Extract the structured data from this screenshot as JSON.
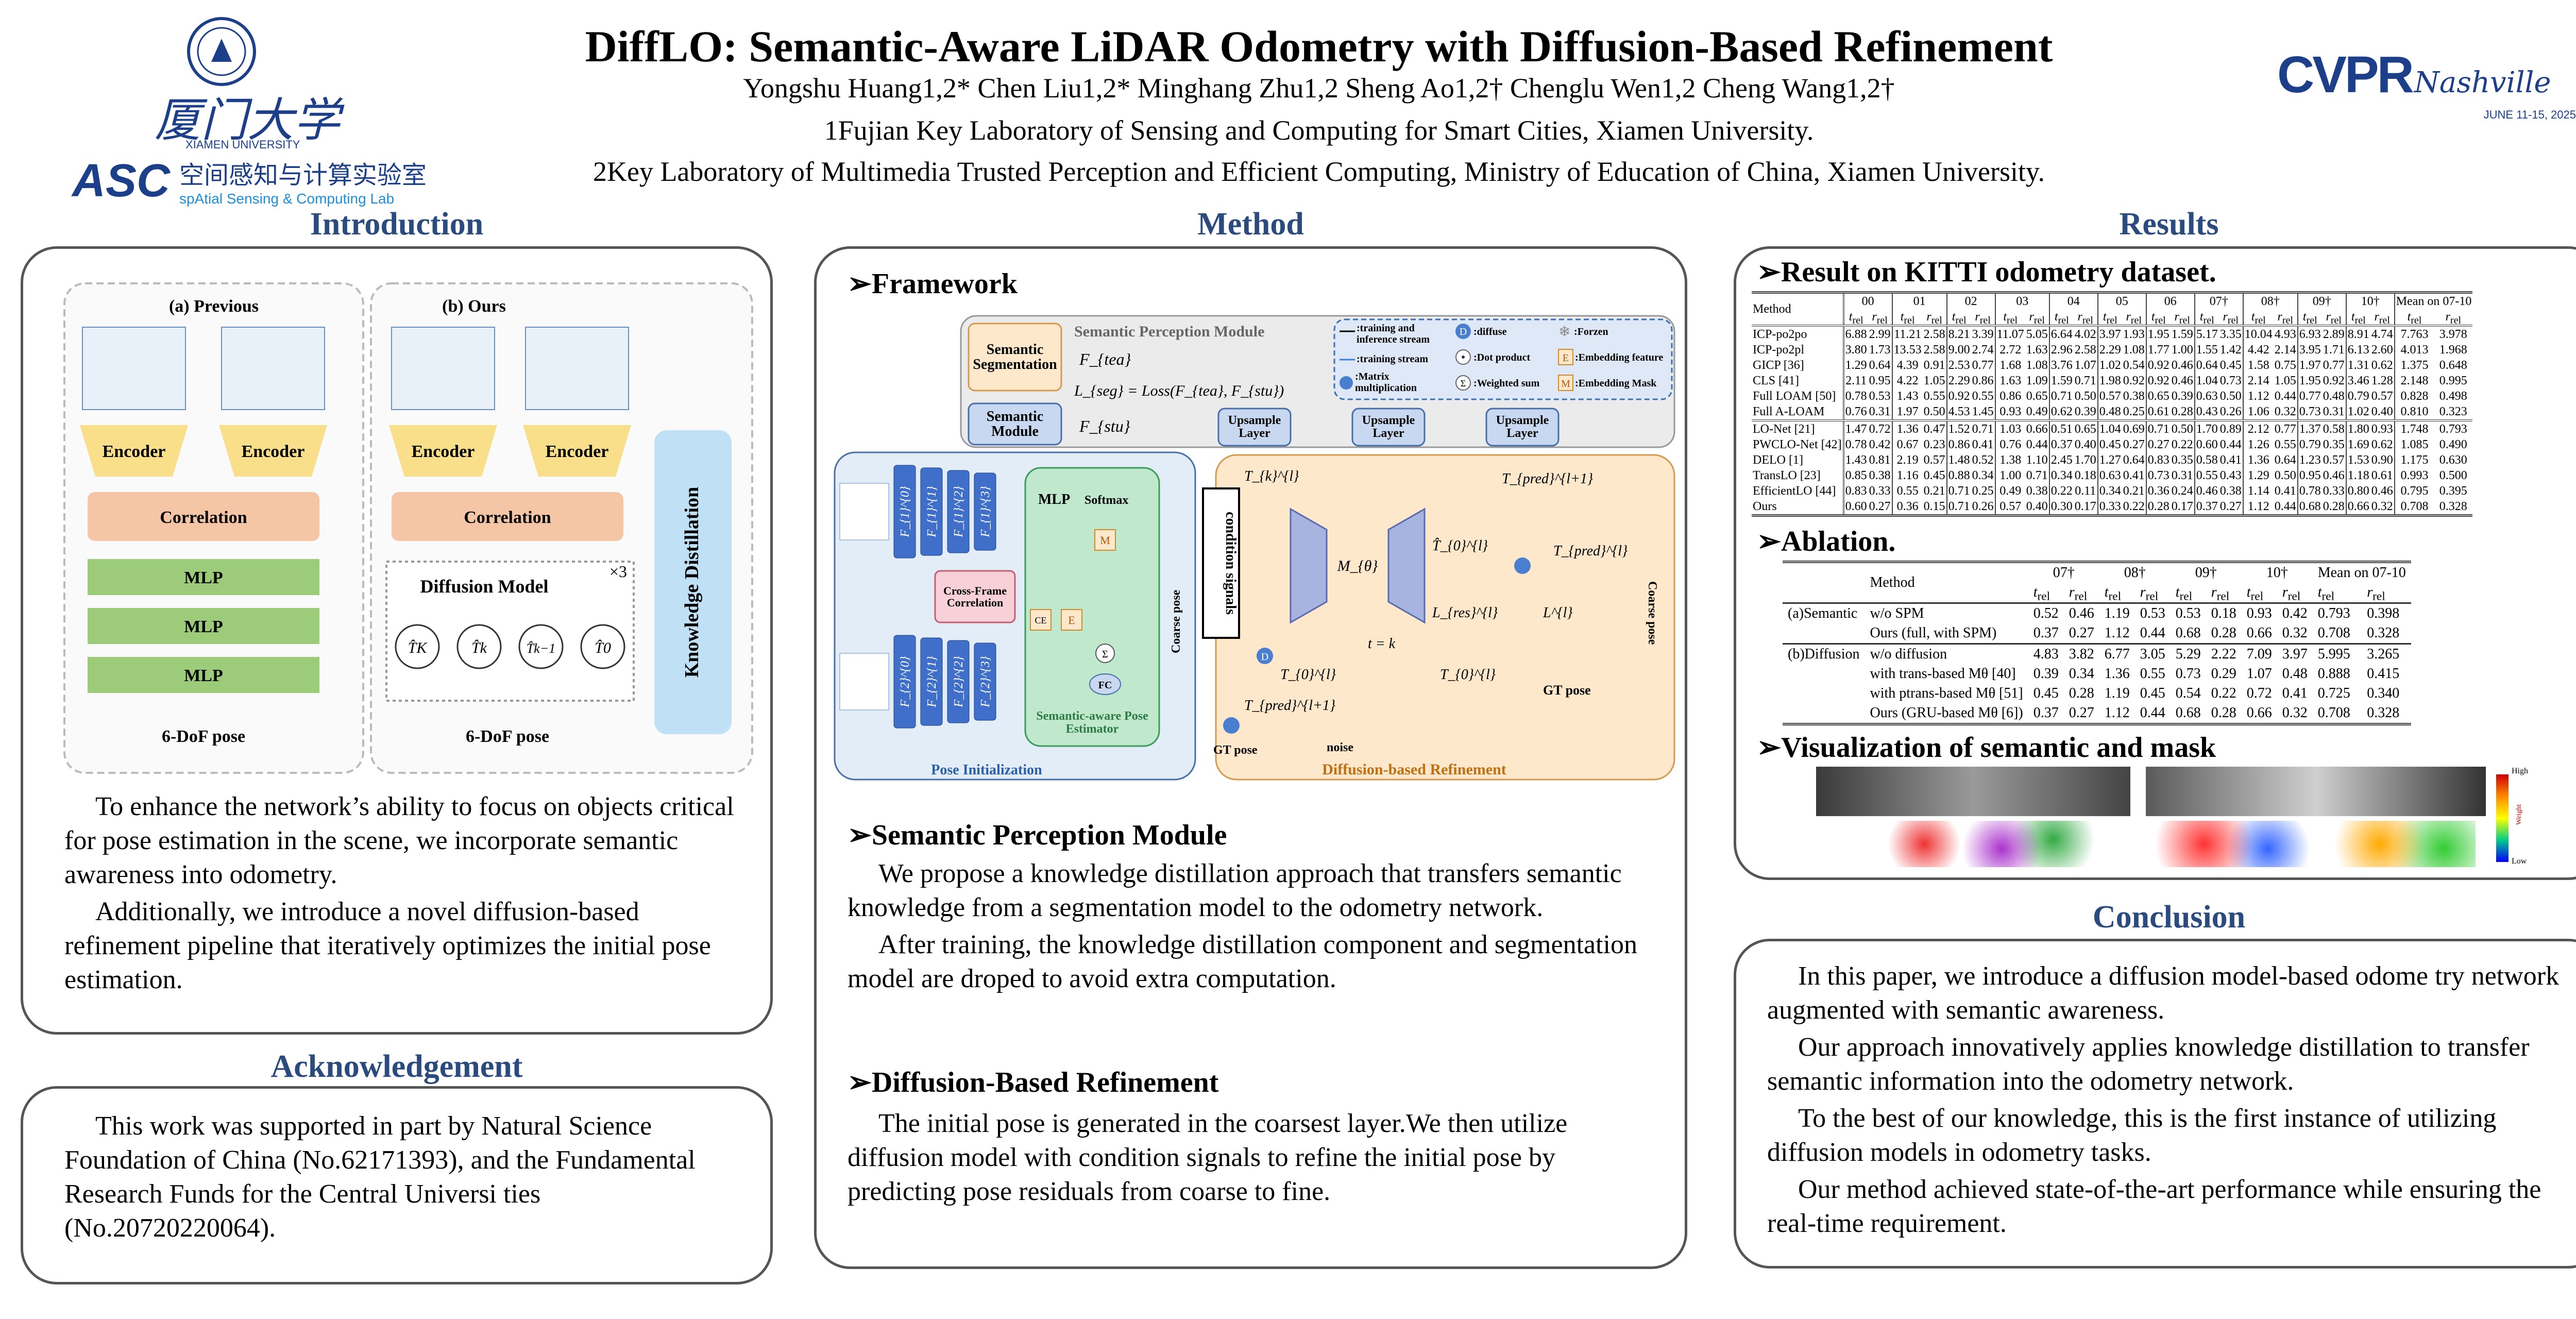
{
  "header": {
    "title": "DiffLO: Semantic-Aware LiDAR Odometry with Diffusion-Based Refinement",
    "authors": "Yongshu Huang1,2* Chen Liu1,2* Minghang Zhu1,2 Sheng Ao1,2† Chenglu Wen1,2 Cheng Wang1,2†",
    "affiliation_1": "1Fujian Key Laboratory of Sensing and Computing for Smart Cities, Xiamen University.",
    "affiliation_2": "2Key Laboratory of Multimedia Trusted Perception and Efficient Computing, Ministry of Education of China, Xiamen University.",
    "logo_university": "厦门大学",
    "logo_university_en": "XIAMEN UNIVERSITY",
    "logo_lab": "ASC",
    "logo_lab_cn": "空间感知与计算实验室",
    "logo_lab_en": "spAtial Sensing & Computing Lab",
    "logo_conf": "CVPR",
    "logo_conf_city": "Nashville",
    "logo_conf_date": "JUNE 11-15, 2025"
  },
  "introduction": {
    "heading": "Introduction",
    "diagram": {
      "previous_label": "(a) Previous",
      "ours_label": "(b) Ours",
      "encoder": "Encoder",
      "correlation": "Correlation",
      "mlp": "MLP",
      "output": "6-DoF pose",
      "knowledge_distillation": "Knowledge Distillation",
      "diffusion_model": "Diffusion Model",
      "repeat": "×3",
      "states": [
        "T̂K",
        "T̂k",
        "T̂k−1",
        "T̂0"
      ]
    },
    "paragraphs": [
      "To enhance the network’s ability to focus on objects critical for pose estimation in the scene, we incorporate semantic awareness into odometry.",
      "Additionally, we introduce a novel diffusion-based refinement pipeline that iteratively optimizes the initial pose estimation."
    ]
  },
  "acknowledgement": {
    "heading": "Acknowledgement",
    "text": "This work was supported in part by Natural Science Foundation of China (No.62171393), and the Fundamental Research Funds for the Central Universi ties (No.20720220064)."
  },
  "method": {
    "heading": "Method",
    "framework_heading": "Framework",
    "framework": {
      "semantic_segmentation": "Semantic Segmentation",
      "spm_title": "Semantic Perception Module",
      "f_tea": "F_{tea}",
      "loss": "L_{seg} = Loss(F_{tea}, F_{stu})",
      "f_stu": "F_{stu}",
      "semantic_module": "Semantic Module",
      "upsample": "Upsample Layer",
      "legend": {
        "train_infer": ":training and inference stream",
        "train": ":training stream",
        "matmul": ":Matrix multiplication",
        "diffuse": ":diffuse",
        "dot": ":Dot product",
        "wsum": ":Weighted sum",
        "frozen": ":Forzen",
        "embed_feat": ":Embedding feature",
        "embed_mask": ":Embedding Mask",
        "d": "D",
        "e": "E",
        "m": "M",
        "sigma": "Σ"
      },
      "frame1": [
        "F_{1}^{0}",
        "F_{1}^{1}",
        "F_{1}^{2}",
        "F_{1}^{3}"
      ],
      "frame2": [
        "F_{2}^{0}",
        "F_{2}^{1}",
        "F_{2}^{2}",
        "F_{2}^{3}"
      ],
      "cross_frame": "Cross-Frame Correlation",
      "ce": "CE",
      "mlp": "MLP",
      "softmax": "Softmax",
      "fc": "FC",
      "pose_estimator": "Semantic-aware Pose Estimator",
      "coarse_pose": "Coarse pose",
      "pose_init": "Pose Initialization",
      "condition": "condition signals",
      "m_theta": "M_{θ}",
      "t_k": "T_{k}^{l}",
      "t0_hat": "T̂_{0}^{l}",
      "t_pred": "T_{pred}^{l}",
      "t_pred_next": "T_{pred}^{l+1}",
      "l_res": "L_{res}^{l}",
      "l_l": "L^{l}",
      "t0": "T_{0}^{l}",
      "gt_pose": "GT pose",
      "noise": "noise",
      "t_eq_k": "t = k",
      "refinement": "Diffusion-based Refinement"
    },
    "spm_heading": "Semantic Perception Module",
    "spm_paragraphs": [
      "We propose a knowledge distillation approach that transfers semantic knowledge from a segmentation model to the odometry network.",
      "After training, the knowledge distillation component and segmentation model are droped to avoid extra computation."
    ],
    "dbr_heading": "Diffusion-Based Refinement",
    "dbr_paragraphs": [
      "The initial pose is generated in the coarsest layer.We then utilize diffusion model with condition signals to refine the initial pose by predicting pose residuals from coarse to fine."
    ]
  },
  "results": {
    "heading": "Results",
    "kitti_heading": "Result on KITTI odometry dataset.",
    "kitti": {
      "method_header": "Method",
      "sequences": [
        "00",
        "01",
        "02",
        "03",
        "04",
        "05",
        "06",
        "07†",
        "08†",
        "09†",
        "10†",
        "Mean on 07-10"
      ],
      "metrics": [
        "t_rel",
        "r_rel"
      ],
      "groups": [
        [
          {
            "method": "ICP-po2po",
            "values": [
              "6.88",
              "2.99",
              "11.21",
              "2.58",
              "8.21",
              "3.39",
              "11.07",
              "5.05",
              "6.64",
              "4.02",
              "3.97",
              "1.93",
              "1.95",
              "1.59",
              "5.17",
              "3.35",
              "10.04",
              "4.93",
              "6.93",
              "2.89",
              "8.91",
              "4.74",
              "7.763",
              "3.978"
            ]
          },
          {
            "method": "ICP-po2pl",
            "values": [
              "3.80",
              "1.73",
              "13.53",
              "2.58",
              "9.00",
              "2.74",
              "2.72",
              "1.63",
              "2.96",
              "2.58",
              "2.29",
              "1.08",
              "1.77",
              "1.00",
              "1.55",
              "1.42",
              "4.42",
              "2.14",
              "3.95",
              "1.71",
              "6.13",
              "2.60",
              "4.013",
              "1.968"
            ]
          },
          {
            "method": "GICP [36]",
            "values": [
              "1.29",
              "0.64",
              "4.39",
              "0.91",
              "2.53",
              "0.77",
              "1.68",
              "1.08",
              "3.76",
              "1.07",
              "1.02",
              "0.54",
              "0.92",
              "0.46",
              "0.64",
              "0.45",
              "1.58",
              "0.75",
              "1.97",
              "0.77",
              "1.31",
              "0.62",
              "1.375",
              "0.648"
            ]
          },
          {
            "method": "CLS [41]",
            "values": [
              "2.11",
              "0.95",
              "4.22",
              "1.05",
              "2.29",
              "0.86",
              "1.63",
              "1.09",
              "1.59",
              "0.71",
              "1.98",
              "0.92",
              "0.92",
              "0.46",
              "1.04",
              "0.73",
              "2.14",
              "1.05",
              "1.95",
              "0.92",
              "3.46",
              "1.28",
              "2.148",
              "0.995"
            ]
          },
          {
            "method": "Full LOAM [50]",
            "values": [
              "0.78",
              "0.53",
              "1.43",
              "0.55",
              "0.92",
              "0.55",
              "0.86",
              "0.65",
              "0.71",
              "0.50",
              "0.57",
              "0.38",
              "0.65",
              "0.39",
              "0.63",
              "0.50",
              "1.12",
              "0.44",
              "0.77",
              "0.48",
              "0.79",
              "0.57",
              "0.828",
              "0.498"
            ]
          },
          {
            "method": "Full A-LOAM",
            "values": [
              "0.76",
              "0.31",
              "1.97",
              "0.50",
              "4.53",
              "1.45",
              "0.93",
              "0.49",
              "0.62",
              "0.39",
              "0.48",
              "0.25",
              "0.61",
              "0.28",
              "0.43",
              "0.26",
              "1.06",
              "0.32",
              "0.73",
              "0.31",
              "1.02",
              "0.40",
              "0.810",
              "0.323"
            ]
          }
        ],
        [
          {
            "method": "LO-Net [21]",
            "values": [
              "1.47",
              "0.72",
              "1.36",
              "0.47",
              "1.52",
              "0.71",
              "1.03",
              "0.66",
              "0.51",
              "0.65",
              "1.04",
              "0.69",
              "0.71",
              "0.50",
              "1.70",
              "0.89",
              "2.12",
              "0.77",
              "1.37",
              "0.58",
              "1.80",
              "0.93",
              "1.748",
              "0.793"
            ]
          },
          {
            "method": "PWCLO-Net [42]",
            "values": [
              "0.78",
              "0.42",
              "0.67",
              "0.23",
              "0.86",
              "0.41",
              "0.76",
              "0.44",
              "0.37",
              "0.40",
              "0.45",
              "0.27",
              "0.27",
              "0.22",
              "0.60",
              "0.44",
              "1.26",
              "0.55",
              "0.79",
              "0.35",
              "1.69",
              "0.62",
              "1.085",
              "0.490"
            ]
          },
          {
            "method": "DELO [1]",
            "values": [
              "1.43",
              "0.81",
              "2.19",
              "0.57",
              "1.48",
              "0.52",
              "1.38",
              "1.10",
              "2.45",
              "1.70",
              "1.27",
              "0.64",
              "0.83",
              "0.35",
              "0.58",
              "0.41",
              "1.36",
              "0.64",
              "1.23",
              "0.57",
              "1.53",
              "0.90",
              "1.175",
              "0.630"
            ]
          },
          {
            "method": "TransLO [23]",
            "values": [
              "0.85",
              "0.38",
              "1.16",
              "0.45",
              "0.88",
              "0.34",
              "1.00",
              "0.71",
              "0.34",
              "0.18",
              "0.63",
              "0.41",
              "0.73",
              "0.31",
              "0.55",
              "0.43",
              "1.29",
              "0.50",
              "0.95",
              "0.46",
              "1.18",
              "0.61",
              "0.993",
              "0.500"
            ]
          },
          {
            "method": "EfficientLO [44]",
            "values": [
              "0.83",
              "0.33",
              "0.55",
              "0.21",
              "0.71",
              "0.25",
              "0.49",
              "0.38",
              "0.22",
              "0.11",
              "0.34",
              "0.21",
              "0.36",
              "0.24",
              "0.46",
              "0.38",
              "1.14",
              "0.41",
              "0.78",
              "0.33",
              "0.80",
              "0.46",
              "0.795",
              "0.395"
            ]
          },
          {
            "method": "Ours",
            "values": [
              "0.60",
              "0.27",
              "0.36",
              "0.15",
              "0.71",
              "0.26",
              "0.57",
              "0.40",
              "0.30",
              "0.17",
              "0.33",
              "0.22",
              "0.28",
              "0.17",
              "0.37",
              "0.27",
              "1.12",
              "0.44",
              "0.68",
              "0.28",
              "0.66",
              "0.32",
              "0.708",
              "0.328"
            ]
          }
        ]
      ]
    },
    "ablation_heading": "Ablation.",
    "ablation": {
      "method_header": "Method",
      "sequences": [
        "07†",
        "08†",
        "09†",
        "10†",
        "Mean on 07-10"
      ],
      "metrics": [
        "t_rel",
        "r_rel"
      ],
      "groups": [
        {
          "name": "(a)Semantic",
          "rows": [
            {
              "method": "w/o SPM",
              "values": [
                "0.52",
                "0.46",
                "1.19",
                "0.53",
                "0.53",
                "0.18",
                "0.93",
                "0.42",
                "0.793",
                "0.398"
              ]
            },
            {
              "method": "Ours (full, with SPM)",
              "values": [
                "0.37",
                "0.27",
                "1.12",
                "0.44",
                "0.68",
                "0.28",
                "0.66",
                "0.32",
                "0.708",
                "0.328"
              ],
              "bold": true
            }
          ]
        },
        {
          "name": "(b)Diffusion",
          "rows": [
            {
              "method": "w/o diffusion",
              "values": [
                "4.83",
                "3.82",
                "6.77",
                "3.05",
                "5.29",
                "2.22",
                "7.09",
                "3.97",
                "5.995",
                "3.265"
              ]
            },
            {
              "method": "with trans-based Mθ [40]",
              "values": [
                "0.39",
                "0.34",
                "1.36",
                "0.55",
                "0.73",
                "0.29",
                "1.07",
                "0.48",
                "0.888",
                "0.415"
              ]
            },
            {
              "method": "with ptrans-based Mθ [51]",
              "values": [
                "0.45",
                "0.28",
                "1.19",
                "0.45",
                "0.54",
                "0.22",
                "0.72",
                "0.41",
                "0.725",
                "0.340"
              ]
            },
            {
              "method": "Ours (GRU-based Mθ [6])",
              "values": [
                "0.37",
                "0.27",
                "1.12",
                "0.44",
                "0.68",
                "0.28",
                "0.66",
                "0.32",
                "0.708",
                "0.328"
              ],
              "bold": true
            }
          ]
        }
      ]
    },
    "visualization_heading": "Visualization of semantic and mask",
    "colorbar_high": "High",
    "colorbar_low": "Low",
    "colorbar_label": "Weight"
  },
  "conclusion": {
    "heading": "Conclusion",
    "paragraphs": [
      "In this paper, we introduce a diffusion model-based odome try network augmented with semantic awareness.",
      "Our approach innovatively applies knowledge distillation to transfer semantic information into the odometry network.",
      "To the best of our knowledge, this is the first instance of utilizing diffusion models in odometry tasks.",
      "Our method achieved state-of-the-art performance while ensuring the real-time requirement."
    ]
  },
  "colors": {
    "heading": "#2b4a7e",
    "encoder": "#f9df8a",
    "correlation": "#f5c6a5",
    "mlp": "#9ccc7a",
    "kd": "#bfe0f5",
    "module": "#c8d8f0",
    "estimator": "#bfe8cc",
    "refine": "#fde8cc",
    "xmu": "#1d3f8a",
    "lab": "#1c8fd8"
  }
}
